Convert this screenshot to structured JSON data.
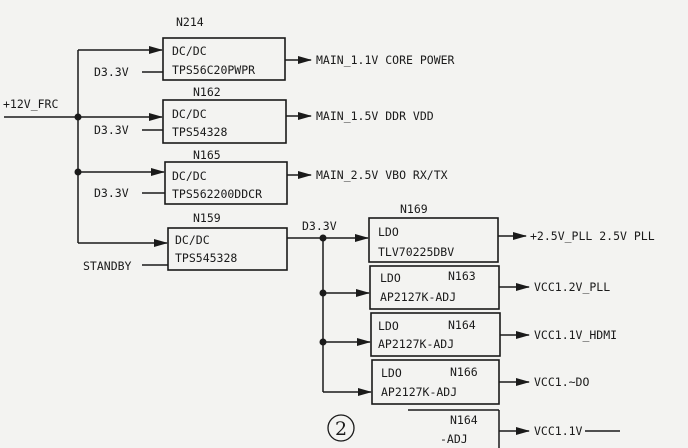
{
  "input": {
    "main_rail": "+12V_FRC",
    "standby": "STANDBY",
    "d33": "D3.3V"
  },
  "dcdc": [
    {
      "ref": "N214",
      "type": "DC/DC",
      "part": "TPS56C20PWPR",
      "enable": "D3.3V",
      "output": "MAIN_1.1V CORE POWER"
    },
    {
      "ref": "N162",
      "type": "DC/DC",
      "part": "TPS54328",
      "enable": "D3.3V",
      "output": "MAIN_1.5V DDR VDD"
    },
    {
      "ref": "N165",
      "type": "DC/DC",
      "part": "TPS562200DDCR",
      "enable": "D3.3V",
      "output": "MAIN_2.5V VBO RX/TX"
    },
    {
      "ref": "N159",
      "type": "DC/DC",
      "part": "TPS545328",
      "output": "D3.3V"
    }
  ],
  "ldo": [
    {
      "ref": "N169",
      "type": "LDO",
      "part": "TLV70225DBV",
      "output": "+2.5V_PLL 2.5V PLL"
    },
    {
      "ref": "N163",
      "type": "LDO",
      "part": "AP2127K-ADJ",
      "output": "VCC1.2V_PLL"
    },
    {
      "ref": "N164",
      "type": "LDO",
      "part": "AP2127K-ADJ",
      "output": "VCC1.1V_HDMI"
    },
    {
      "ref": "N166",
      "type": "LDO",
      "part": "AP2127K-ADJ",
      "output": "VCC1.~DO"
    },
    {
      "ref": "N164",
      "part": "-ADJ",
      "output": "VCC1.1V"
    }
  ],
  "figure_number": "②"
}
